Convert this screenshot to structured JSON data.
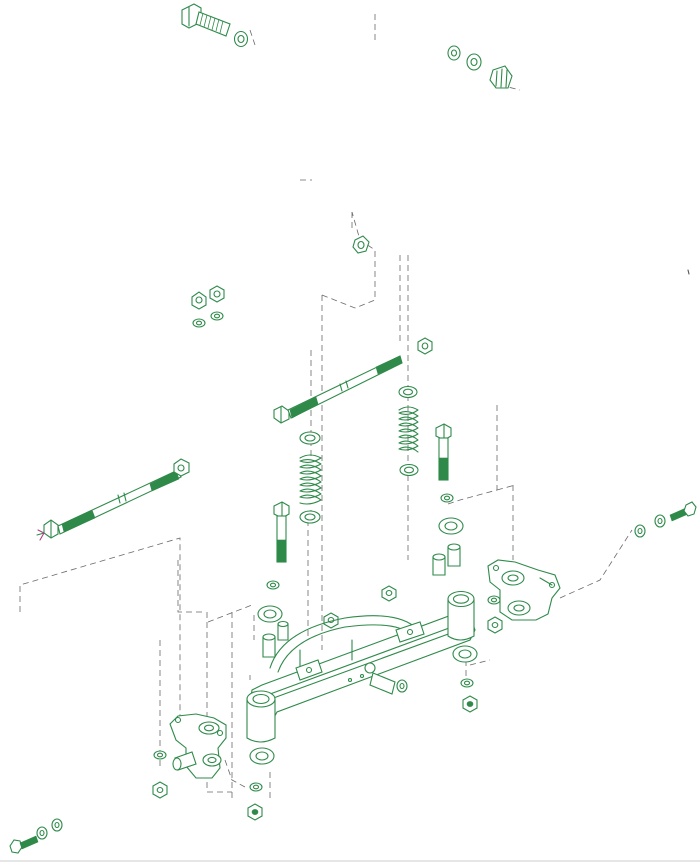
{
  "colors": {
    "line": "#2f8a4a",
    "dash": "#6a6a6a",
    "background": "#ffffff"
  },
  "view": "exploded-assembly",
  "parts_visible": [
    "frame-crossmember",
    "spring",
    "long-bolt",
    "hex-bolt",
    "hex-nut",
    "washer",
    "bushing",
    "bracket",
    "castle-nut",
    "small-bolt"
  ]
}
